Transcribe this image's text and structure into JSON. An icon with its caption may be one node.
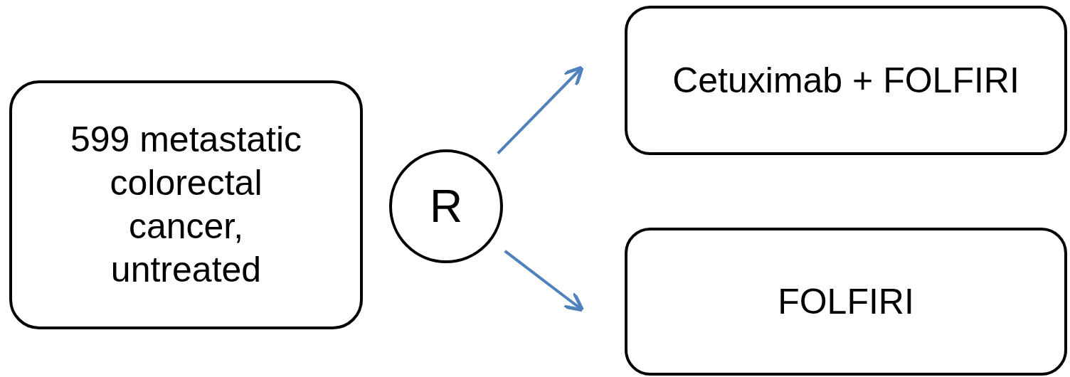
{
  "diagram": {
    "nodes": [
      {
        "text": [
          "599 metastatic colorectal cancer, untreated"
        ]
      },
      {
        "text": [
          "R"
        ]
      },
      {
        "text": [
          "Cetuximab + FOLFIRI"
        ]
      },
      {
        "text": [
          "FOLFIRI"
        ]
      }
    ],
    "edges": [
      {
        "from": 1,
        "to": 2,
        "arrow": "to"
      },
      {
        "from": 1,
        "to": 3,
        "arrow": "to"
      }
    ]
  }
}
